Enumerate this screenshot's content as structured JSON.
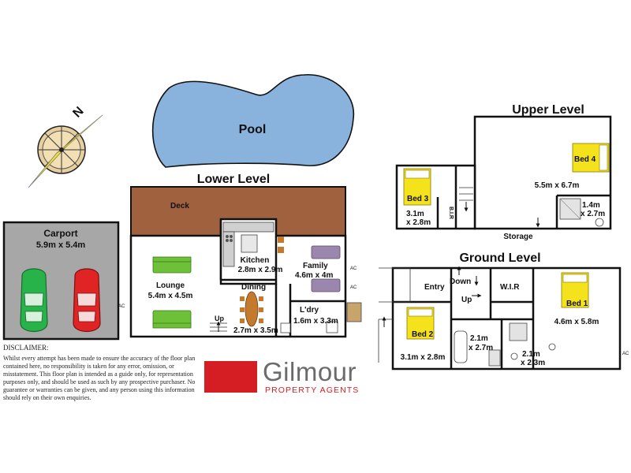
{
  "titles": {
    "lower": "Lower Level",
    "upper": "Upper Level",
    "ground": "Ground Level"
  },
  "compass": {
    "north": "N"
  },
  "pool": "Pool",
  "carport": {
    "name": "Carport",
    "dims": "5.9m x 5.4m"
  },
  "lower": {
    "deck": "Deck",
    "lounge": {
      "name": "Lounge",
      "dims": "5.4m x 4.5m"
    },
    "kitchen": {
      "name": "Kitchen",
      "dims": "2.8m x 2.9m"
    },
    "family": {
      "name": "Family",
      "dims": "4.6m x 4m"
    },
    "dining": {
      "name": "Dining",
      "dims": "2.7m x 3.5m"
    },
    "laundry": {
      "name": "L'dry",
      "dims": "1.6m x 3.3m"
    },
    "up": "Up",
    "ac_labels": [
      "AC",
      "AC",
      "AC"
    ]
  },
  "upper": {
    "bed3": {
      "name": "Bed 3",
      "dims1": "3.1m",
      "dims2": "x 2.8m"
    },
    "bir": "B.I.R",
    "bed4": {
      "name": "Bed 4",
      "dims": "5.5m x 6.7m"
    },
    "bath": {
      "dims1": "1.4m",
      "dims2": "x 2.7m"
    },
    "storage": "Storage"
  },
  "ground": {
    "entry": "Entry",
    "down": "Down",
    "up": "Up",
    "wir": "W.I.R",
    "bed1": {
      "name": "Bed 1",
      "dims": "4.6m x 5.8m"
    },
    "bed2": {
      "name": "Bed 2",
      "dims": "3.1m x 2.8m"
    },
    "bath1": {
      "dims1": "2.1m",
      "dims2": "x 2.7m"
    },
    "bath2": {
      "dims1": "2.1m",
      "dims2": "x 2.3m"
    },
    "ac": "AC"
  },
  "disclaimer": {
    "heading": "DISCLAIMER:",
    "text": "Whilst every attempt has been made to ensure the accuracy of the floor plan contained here, no responsibility is taken for any error, omission, or misstatement. This floor plan is intended as a guide only, for representation purposes only, and should be used as such by any prospective purchaser. No guarantee or warranties can be given, and any person using this information should rely on their own enquiries."
  },
  "brand": {
    "name": "Gilmour",
    "tagline": "PROPERTY AGENTS"
  },
  "colors": {
    "pool": "#89b3dc",
    "deck": "#a0623e",
    "carport": "#a7a7a7",
    "sofa_green": "#6ec038",
    "sofa_purple": "#9b86ad",
    "bed_yellow": "#f4e21c",
    "brand_red": "#d41e24",
    "car_green": "#27b24a",
    "car_red": "#e02424"
  }
}
